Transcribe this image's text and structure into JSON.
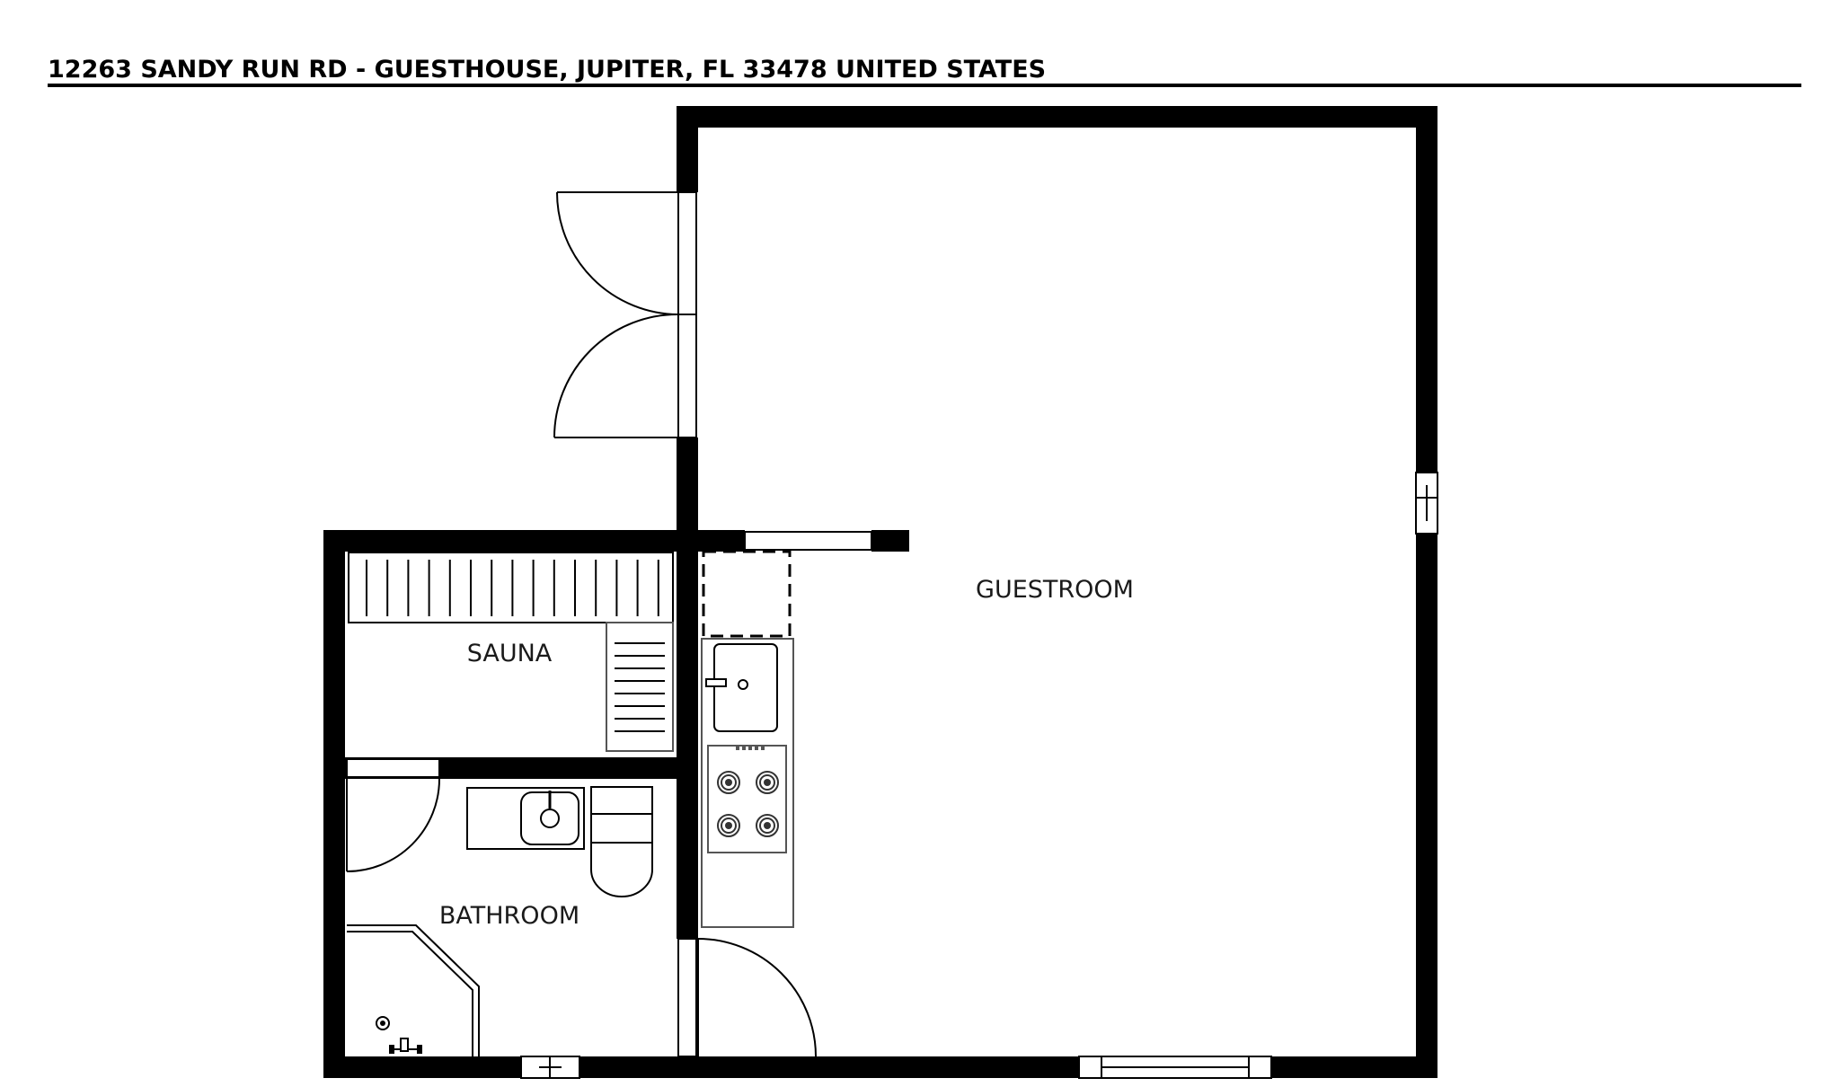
{
  "header": {
    "address": "12263 SANDY RUN RD - GUESTHOUSE, JUPITER, FL 33478 UNITED STATES"
  },
  "rooms": {
    "guestroom": "GUESTROOM",
    "sauna": "SAUNA",
    "bathroom": "BATHROOM"
  },
  "colors": {
    "wall": "#000000",
    "background": "#ffffff"
  }
}
